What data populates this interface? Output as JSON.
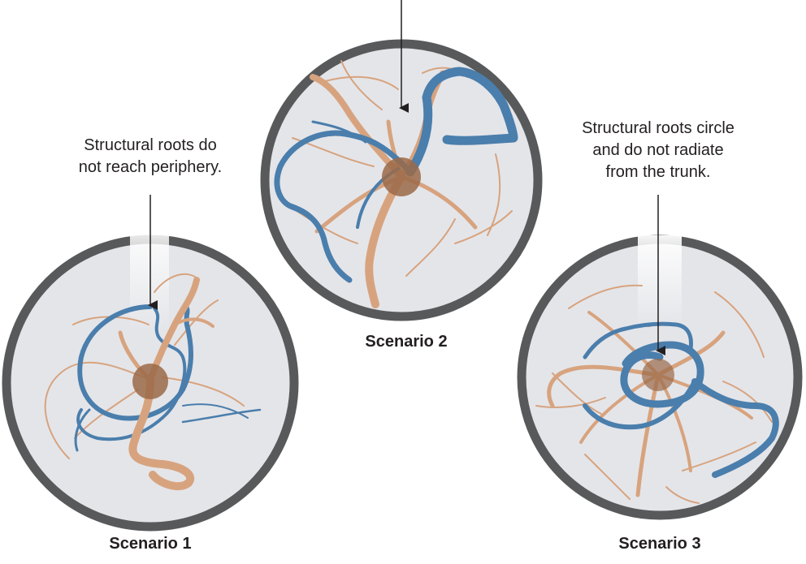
{
  "scenarios": [
    {
      "caption": "Scenario 1",
      "annotation": "Structural roots do\nnot reach periphery."
    },
    {
      "caption": "Scenario 2",
      "annotation": ""
    },
    {
      "caption": "Scenario 3",
      "annotation": "Structural roots circle\nand do not radiate\nfrom the trunk."
    }
  ],
  "colors": {
    "container_rim": "#58595b",
    "soil": "#e4e5e9",
    "trunk": "#9b6a48",
    "structural_root_tan": "#d7a37e",
    "circling_root_blue": "#4a7eac",
    "text": "#231f20"
  }
}
